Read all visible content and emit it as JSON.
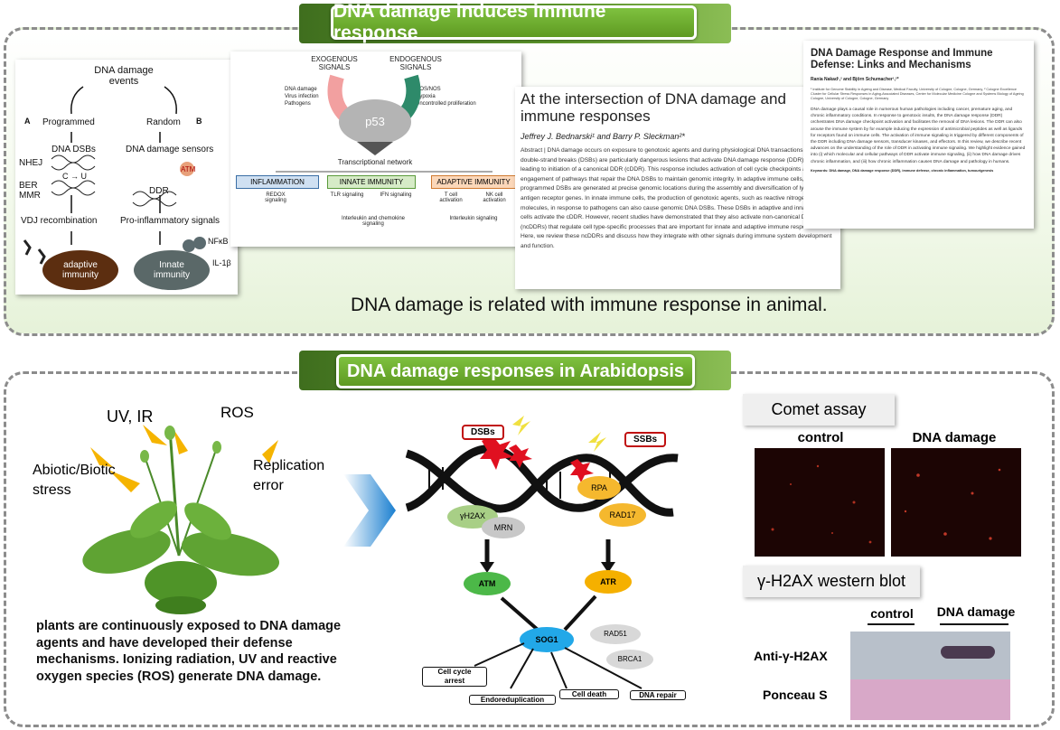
{
  "top": {
    "title": "DNA damage induces immune response",
    "caption": "DNA damage is related with immune response in animal."
  },
  "fig_a": {
    "title": "DNA damage events",
    "programmed": "Programmed",
    "random": "Random",
    "label_a": "A",
    "label_b": "B",
    "dna_dsbs": "DNA DSBs",
    "nhej": "NHEJ",
    "ber_mmr": "BER\nMMR",
    "c_u": "C → U",
    "vdj": "VDJ recombination",
    "adaptive": "adaptive immunity",
    "sensors": "DNA damage sensors",
    "atm": "ATM",
    "ddr": "DDR",
    "proinflam": "Pro-inflammatory signals",
    "innate": "Innate immunity",
    "nfkb": "NFκB",
    "il1b": "IL-1β"
  },
  "fig_b": {
    "exo": "EXOGENOUS SIGNALS",
    "endo": "ENDOGENOUS SIGNALS",
    "exo_items": "DNA damage\nVirus infection\nPathogens",
    "endo_items": "ROS/NOS\nHypoxia\nUncontrolled proliferation",
    "p53": "p53",
    "network": "Transcriptional network",
    "inflammation": "INFLAMMATION",
    "innate_imm": "INNATE IMMUNITY",
    "adaptive_imm": "ADAPTIVE IMMUNITY",
    "redox": "REDOX signaling",
    "tlr": "TLR signaling",
    "ifn": "IFN signaling",
    "tcell": "T cell activation",
    "nkcell": "NK cell activation",
    "interleukin1": "Interleukin and chemokine signaling",
    "interleukin2": "Interleukin signaling"
  },
  "fig_c": {
    "title": "At the intersection of DNA damage and immune responses",
    "authors": "Jeffrey J. Bednarski¹ and Barry P. Sleckman²*",
    "abstract": "Abstract | DNA damage occurs on exposure to genotoxic agents and during physiological DNA transactions. DNA double-strand breaks (DSBs) are particularly dangerous lesions that activate DNA damage response (DDR) kinases, leading to initiation of a canonical DDR (cDDR). This response includes activation of cell cycle checkpoints and engagement of pathways that repair the DNA DSBs to maintain genomic integrity. In adaptive immune cells, programmed DSBs are generated at precise genomic locations during the assembly and diversification of lymphocyte antigen receptor genes. In innate immune cells, the production of genotoxic agents, such as reactive nitrogen molecules, in response to pathogens can also cause genomic DNA DSBs. These DSBs in adaptive and innate immune cells activate the cDDR. However, recent studies have demonstrated that they also activate non-canonical DDRs (ncDDRs) that regulate cell type-specific processes that are important for innate and adaptive immune responses. Here, we review these ncDDRs and discuss how they integrate with other signals during immune system development and function."
  },
  "fig_d": {
    "title": "DNA Damage Response and Immune Defense: Links and Mechanisms",
    "authors": "Rania Nakad¹,² and Björn Schumacher¹,²*",
    "affil": "¹ Institute for Genome Stability in Ageing and Disease, Medical Faculty, University of Cologne, Cologne, Germany, ² Cologne Excellence Cluster for Cellular Stress Responses in Aging-Associated Diseases, Center for Molecular Medicine Cologne and Systems Biology of Ageing Cologne, University of Cologne, Cologne, Germany",
    "abstract": "DNA damage plays a causal role in numerous human pathologies including cancer, premature aging, and chronic inflammatory conditions. In response to genotoxic insults, the DNA damage response (DDR) orchestrates DNA damage checkpoint activation and facilitates the removal of DNA lesions. The DDR can also arouse the immune system by for example inducing the expression of antimicrobial peptides as well as ligands for receptors found on immune cells. The activation of immune signaling is triggered by different components of the DDR including DNA damage sensors, transducer kinases, and effectors. In this review, we describe recent advances on the understanding of the role of DDR in activating immune signaling. We highlight evidence gained into (i) which molecular and cellular pathways of DDR activate immune signaling, (ii) how DNA damage drives chronic inflammation, and (iii) how chronic inflammation causes DNA damage and pathology in humans.",
    "keywords": "Keywords: DNA damage, DNA damage response (DDR), immune defense, chronic inflammation, tumourigenesis"
  },
  "bottom": {
    "title": "DNA damage responses in Arabidopsis",
    "uv_ir": "UV, IR",
    "ros": "ROS",
    "abiotic": "Abiotic/Biotic\nstress",
    "replication": "Replication\nerror",
    "description": "plants are continuously exposed to DNA damage agents and have developed their defense mechanisms. Ionizing radiation, UV and reactive oxygen species (ROS) generate DNA damage."
  },
  "pathway": {
    "dsbs": "DSBs",
    "ssbs": "SSBs",
    "h2ax": "γH2AX",
    "mrn": "MRN",
    "rpa": "RPA",
    "rad17": "RAD17",
    "atm": "ATM",
    "atr": "ATR",
    "sog1": "SOG1",
    "rad51": "RAD51",
    "brca1": "BRCA1",
    "cell_cycle": "Cell cycle\narrest",
    "endoredup": "Endoreduplication",
    "cell_death": "Cell death",
    "dna_repair": "DNA repair"
  },
  "comet": {
    "title": "Comet assay",
    "control": "control",
    "damage": "DNA damage"
  },
  "western": {
    "title": "γ-H2AX western blot",
    "control": "control",
    "damage": "DNA damage",
    "anti": "Anti-γ-H2AX",
    "ponceau": "Ponceau S"
  },
  "colors": {
    "header_green": "#6aa82c",
    "panel_border": "#8c8c8c"
  }
}
